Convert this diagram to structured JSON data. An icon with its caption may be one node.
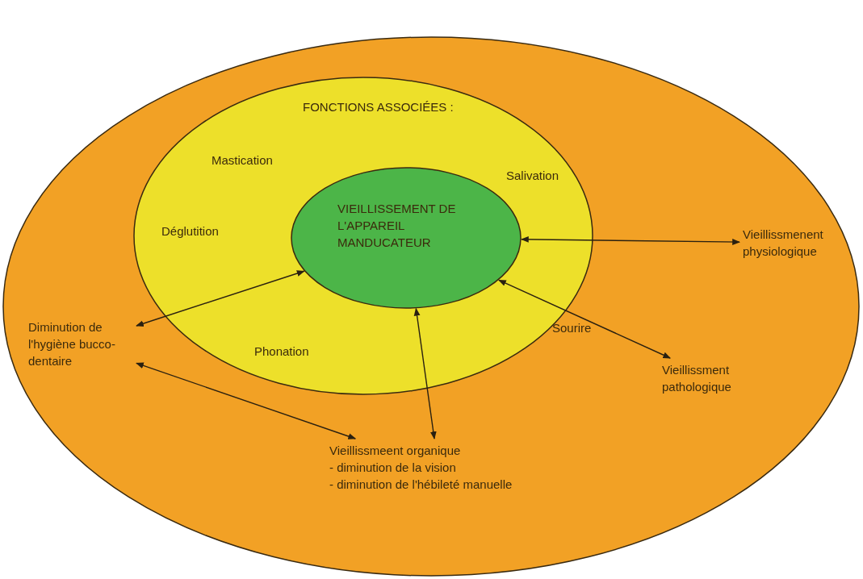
{
  "diagram": {
    "nodes": [
      {
        "text": [],
        "shape": "ellipse"
      },
      {
        "text": [
          "FONCTIONS ASSOCIÉES :",
          "Mastication",
          "Salivation",
          "Déglutition",
          "Phonation",
          "Sourire"
        ],
        "in": 0
      },
      {
        "text": [
          "VIEILLISSEMENT DE L'APPAREIL MANDUCATEUR"
        ],
        "in": 1
      },
      {
        "text": [
          "Vieillissmenent physiologique"
        ],
        "in": 0
      },
      {
        "text": [
          "Diminution de l'hygiène bucco-dentaire"
        ],
        "in": 0
      },
      {
        "text": [
          "Vieillissment pathologique"
        ],
        "in": 0
      },
      {
        "text": [
          "Vieillissmeent organique",
          "- diminution de la vision",
          "- diminution de l'hébileté manuelle"
        ],
        "in": 0
      }
    ],
    "edges": [
      {
        "from": 2,
        "to": 3,
        "arrow": "both"
      },
      {
        "from": 4,
        "to": 2,
        "arrow": "both"
      },
      {
        "from": 2,
        "to": 5,
        "arrow": "both"
      },
      {
        "from": 2,
        "to": 6,
        "arrow": "both"
      },
      {
        "from": 4,
        "to": 6,
        "arrow": "both"
      }
    ]
  }
}
